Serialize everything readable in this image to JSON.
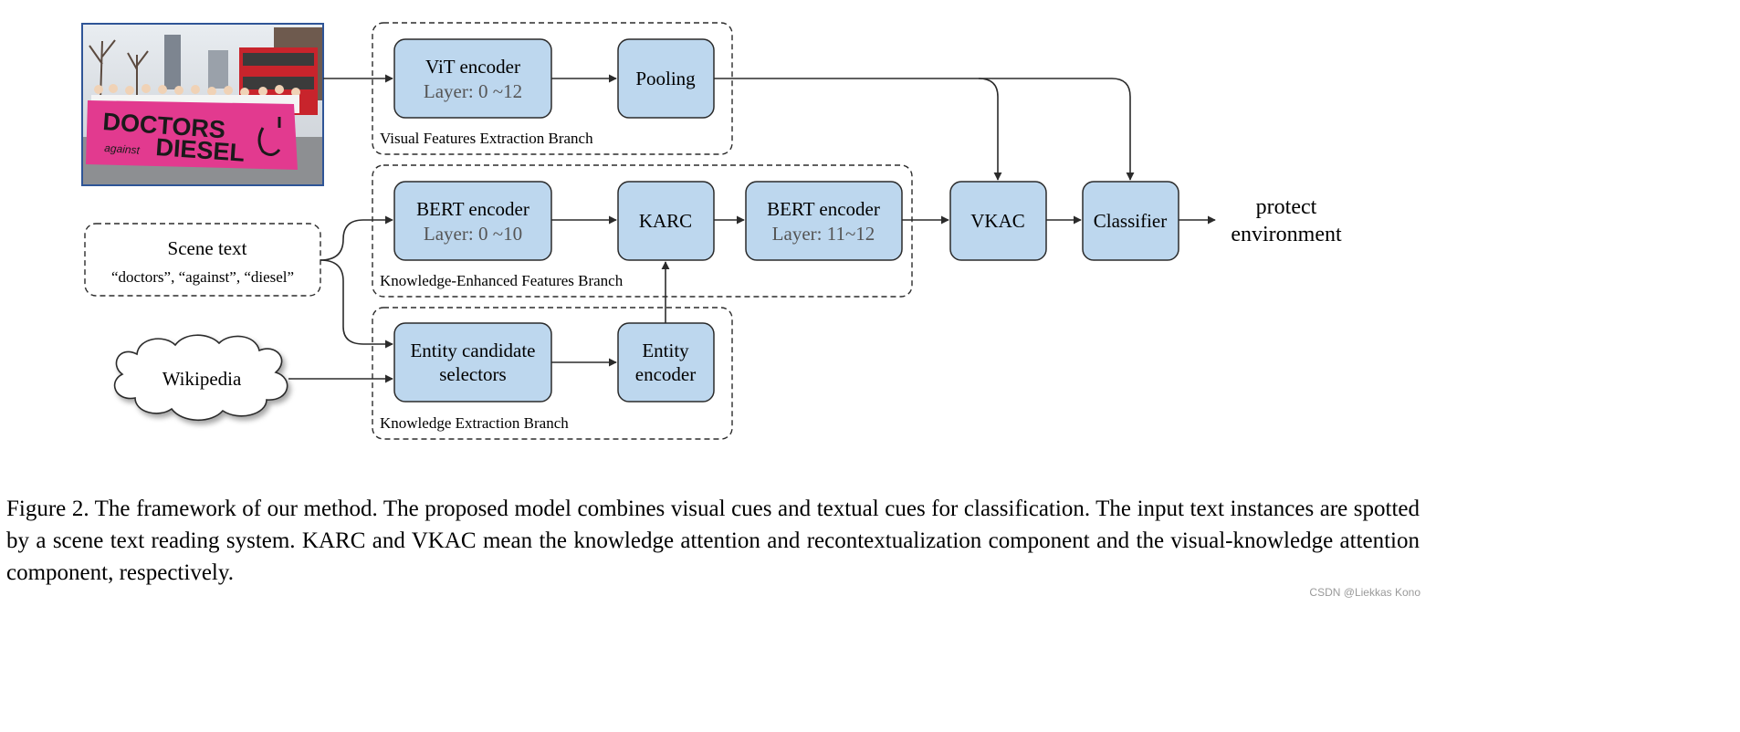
{
  "diagram": {
    "nodes": {
      "vit_encoder": {
        "title": "ViT  encoder",
        "subtitle": "Layer: 0 ~12"
      },
      "pooling": {
        "title": "Pooling"
      },
      "bert_encoder_a": {
        "title": "BERT encoder",
        "subtitle": "Layer: 0 ~10"
      },
      "karc": {
        "title": "KARC"
      },
      "bert_encoder_b": {
        "title": "BERT encoder",
        "subtitle": "Layer: 11~12"
      },
      "vkac": {
        "title": "VKAC"
      },
      "classifier": {
        "title": "Classifier"
      },
      "entity_selectors": {
        "line1": "Entity candidate",
        "line2": "selectors"
      },
      "entity_encoder": {
        "line1": "Entity",
        "line2": "encoder"
      }
    },
    "branches": {
      "visual": "Visual Features Extraction Branch",
      "knowledge_enhanced": "Knowledge-Enhanced Features Branch",
      "knowledge_extraction": "Knowledge Extraction Branch"
    },
    "scene_text": {
      "title": "Scene text",
      "words": "“doctors”, “against”, “diesel”"
    },
    "wikipedia": "Wikipedia",
    "output": {
      "line1": "protect",
      "line2": "environment"
    },
    "photo": {
      "banner_line1": "DOCTORS",
      "banner_small": "against",
      "banner_line2": "DIESEL"
    },
    "colors": {
      "box_fill": "#bdd7ee",
      "box_stroke": "#2b2b2b",
      "banner": "#e23a8f",
      "photo_border": "#2f5597"
    }
  },
  "caption": "Figure 2.  The framework of our method.  The proposed model combines visual cues and textual cues for classification.  The input text instances are spotted by a scene text reading system. KARC and VKAC mean the knowledge attention and recontextualization component and the visual-knowledge attention component, respectively.",
  "watermark": "CSDN @Liekkas Kono"
}
